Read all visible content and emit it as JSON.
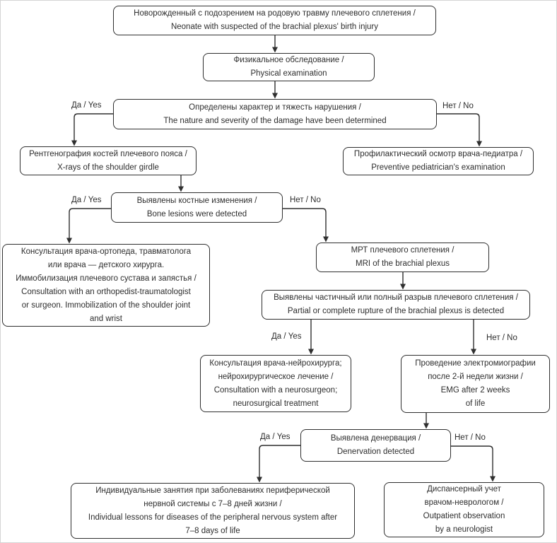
{
  "labels": {
    "yes": "Да / Yes",
    "no": "Нет / No"
  },
  "colors": {
    "line": "#2f2f2f",
    "text": "#2e2e2e",
    "background": "#ffffff"
  },
  "nodes": {
    "neonate": {
      "lines": [
        "Новорожденный с подозрением на родовую травму плечевого сплетения /",
        "Neonate with suspected of the brachial plexus' birth injury"
      ]
    },
    "physical": {
      "lines": [
        "Физикальное обследование /",
        "Physical examination"
      ]
    },
    "determined": {
      "lines": [
        "Определены характер и тяжесть нарушения /",
        "The nature and severity of the damage have been determined"
      ]
    },
    "xray": {
      "lines": [
        "Рентгенография костей плечевого пояса /",
        "X-rays of the shoulder girdle"
      ]
    },
    "pediatrician": {
      "lines": [
        "Профилактический осмотр врача-педиатра /",
        "Preventive pediatrician's examination"
      ]
    },
    "bone": {
      "lines": [
        "Выявлены костные изменения /",
        "Bone lesions were detected"
      ]
    },
    "orthopedist": {
      "lines": [
        "Консультация врача-ортопеда, травматолога",
        "или врача — детского хирурга.",
        "Иммобилизация плечевого сустава и запястья /",
        "Consultation with an orthopedist-traumatologist",
        "or surgeon. Immobilization of the shoulder joint",
        "and wrist"
      ]
    },
    "mri": {
      "lines": [
        "МРТ плечевого сплетения /",
        "MRI of the brachial plexus"
      ]
    },
    "rupture": {
      "lines": [
        "Выявлены частичный или полный разрыв плечевого сплетения /",
        "Partial or complete rupture of the brachial plexus is detected"
      ]
    },
    "neurosurgeon": {
      "lines": [
        "Консультация врача-нейрохирурга;",
        "нейрохирургическое лечение /",
        "Consultation with a neurosurgeon;",
        "neurosurgical treatment"
      ]
    },
    "emg": {
      "lines": [
        "Проведение электромиографии",
        "после 2-й недели жизни /",
        "EMG after 2 weeks",
        "of life"
      ]
    },
    "denervation": {
      "lines": [
        "Выявлена денервация /",
        "Denervation detected"
      ]
    },
    "lessons": {
      "lines": [
        "Индивидуальные занятия при заболеваниях периферической",
        "нервной системы с 7–8 дней жизни /",
        "Individual lessons for diseases of the peripheral nervous system after",
        "7–8 days of life"
      ]
    },
    "outpatient": {
      "lines": [
        "Диспансерный учет",
        "врачом-неврологом /",
        "Outpatient observation",
        "by a neurologist"
      ]
    }
  }
}
